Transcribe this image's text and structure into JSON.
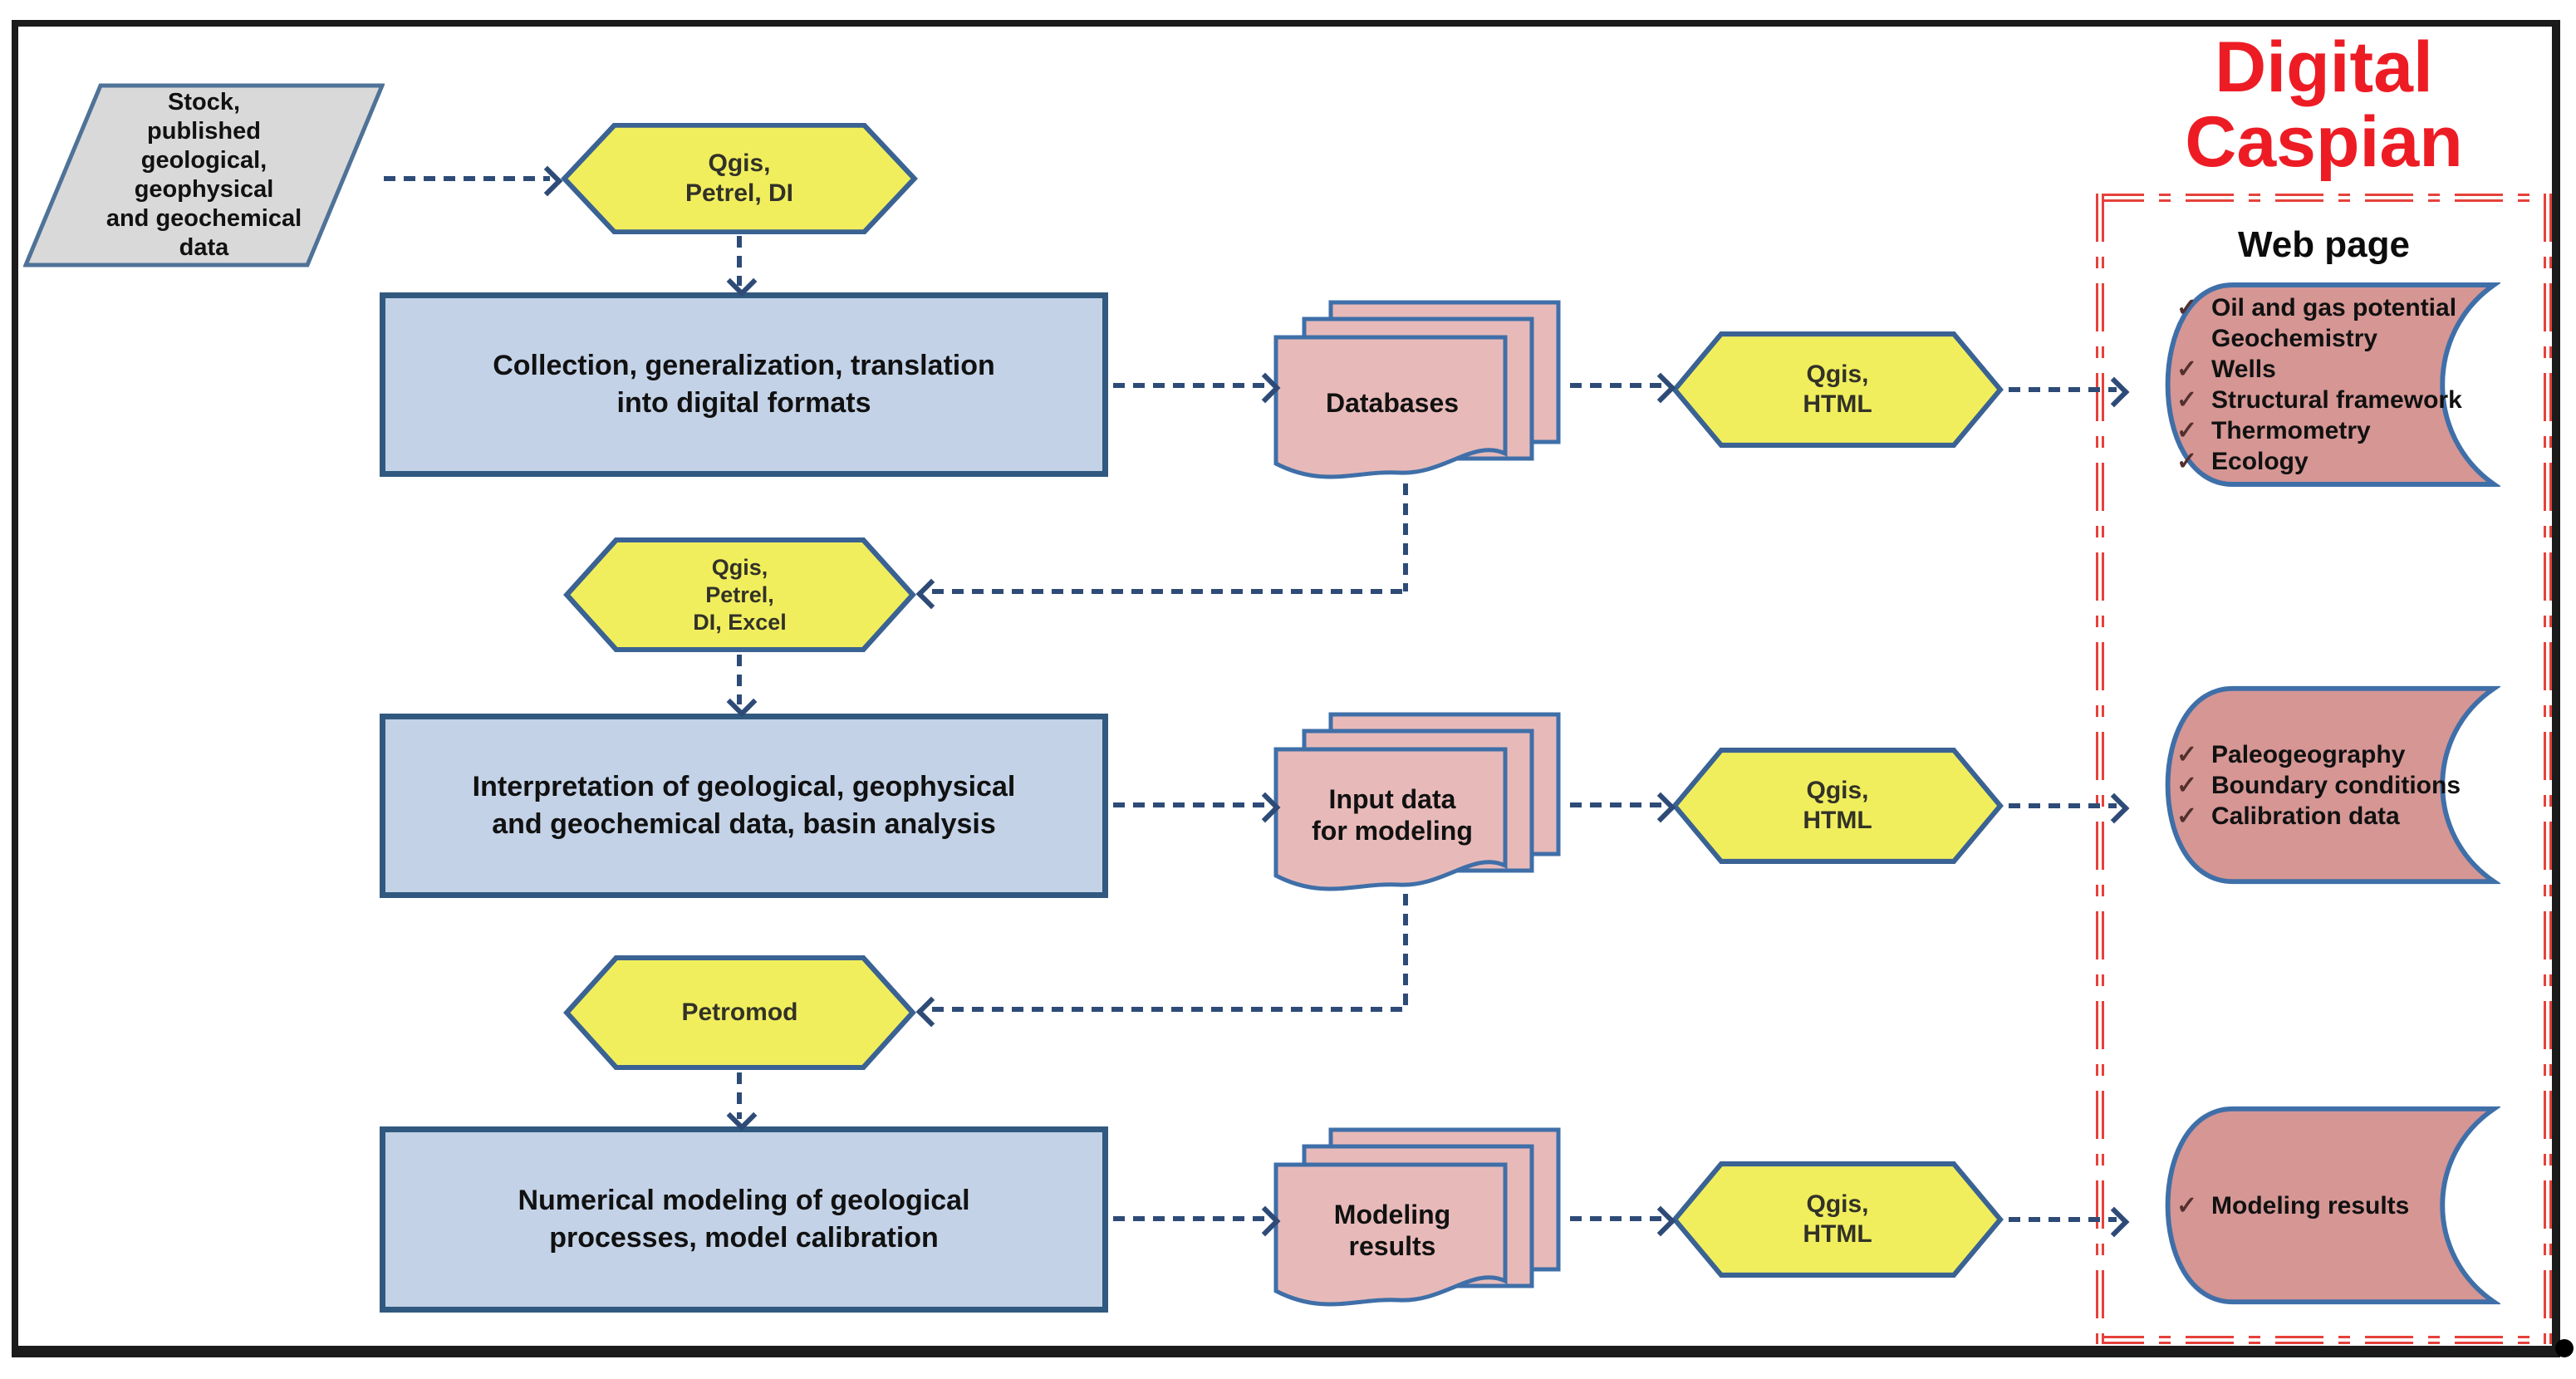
{
  "title": {
    "line1": "Digital",
    "line2": "Caspian"
  },
  "webpage_header": "Web page",
  "source": {
    "label": "Stock,\npublished\ngeological,\ngeophysical\nand geochemical\ndata"
  },
  "tools": [
    {
      "label": "Qgis,\nPetrel, DI"
    },
    {
      "label": "Qgis,\nHTML"
    },
    {
      "label": "Qgis,\nPetrel,\nDI, Excel"
    },
    {
      "label": "Qgis,\nHTML"
    },
    {
      "label": "Petromod"
    },
    {
      "label": "Qgis,\nHTML"
    }
  ],
  "processes": [
    {
      "label": "Collection, generalization, translation\ninto digital formats"
    },
    {
      "label": "Interpretation of geological, geophysical\nand geochemical data, basin analysis"
    },
    {
      "label": "Numerical modeling of geological\nprocesses, model calibration"
    }
  ],
  "datasets": [
    {
      "label": "Databases"
    },
    {
      "label": "Input data\nfor modeling"
    },
    {
      "label": "Modeling\nresults"
    }
  ],
  "panels": [
    {
      "items": [
        {
          "check": "✓",
          "label": "Oil and gas potential"
        },
        {
          "check": "",
          "label": "Geochemistry"
        },
        {
          "check": "✓",
          "label": "Wells"
        },
        {
          "check": "✓",
          "label": "Structural framework"
        },
        {
          "check": "✓",
          "label": "Thermometry"
        },
        {
          "check": "✓",
          "label": "Ecology"
        }
      ]
    },
    {
      "items": [
        {
          "check": "✓",
          "label": "Paleogeography"
        },
        {
          "check": "✓",
          "label": "Boundary conditions"
        },
        {
          "check": "✓",
          "label": "Calibration data"
        }
      ]
    },
    {
      "items": [
        {
          "check": "✓",
          "label": "Modeling results"
        }
      ]
    }
  ],
  "colors": {
    "frame": "#1b1b1b",
    "title_red": "#ed1c24",
    "border_red": "#e6413b",
    "hex_fill": "#f1ee5e",
    "hex_stroke": "#3a6293",
    "box_fill": "#c3d2e7",
    "box_stroke": "#31597f",
    "doc_fill": "#e7bab9",
    "panel_fill": "#d59694",
    "node_stroke": "#3f6fa8",
    "gray_fill": "#d9d9d9",
    "gray_stroke": "#4f7297",
    "arrow": "#2e4b77",
    "check": "#53302e",
    "text": "#111111"
  }
}
